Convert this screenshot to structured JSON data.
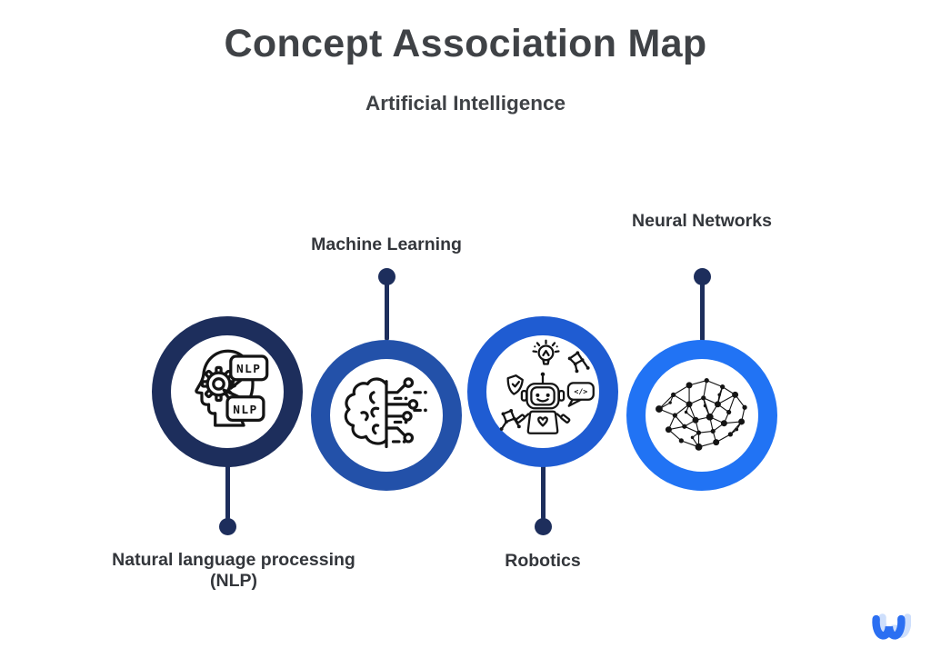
{
  "title": "Concept Association Map",
  "subtitle": "Artificial Intelligence",
  "colors": {
    "background": "#ffffff",
    "title_text": "#3f4246",
    "label_text": "#33363b",
    "stem": "#1d2e5c",
    "icon_ink": "#141414",
    "logo_blue": "#2b6ff2",
    "logo_light": "#c6d9fb"
  },
  "nodes": [
    {
      "id": "natural-language-processing",
      "label": "Natural language processing (NLP)",
      "ring_color": "#1d2e5c",
      "icon": "head-gear-nlp-icon",
      "icon_bubble_text": "NLP",
      "label_position": "below"
    },
    {
      "id": "machine-learning",
      "label": "Machine Learning",
      "ring_color": "#2351a9",
      "icon": "brain-circuit-icon",
      "label_position": "above"
    },
    {
      "id": "robotics",
      "label": "Robotics",
      "ring_color": "#1f5cd2",
      "icon": "robot-icon",
      "icon_bubble_text": "</>",
      "label_position": "below"
    },
    {
      "id": "neural-networks",
      "label": "Neural Networks",
      "ring_color": "#2173f4",
      "icon": "network-graph-icon",
      "label_position": "above"
    }
  ],
  "logo": {
    "name": "whimsical-logo"
  }
}
